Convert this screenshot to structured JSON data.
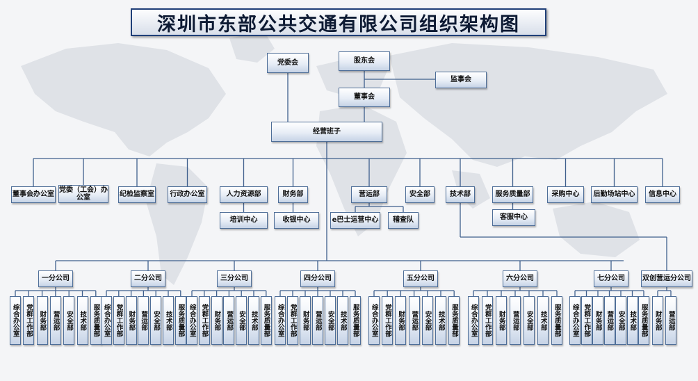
{
  "title": "深圳市东部公共交通有限公司组织架构图",
  "top": {
    "party_committee": "党委会",
    "shareholders": "股东会",
    "supervisors": "监事会",
    "board": "董事会",
    "management": "经营班子"
  },
  "departments": [
    {
      "label": "董事会办公室"
    },
    {
      "label": "党委（工会）办公室"
    },
    {
      "label": "纪检监察室"
    },
    {
      "label": "行政办公室"
    },
    {
      "label": "人力资源部",
      "sub": [
        "培训中心"
      ]
    },
    {
      "label": "财务部",
      "sub": [
        "收银中心"
      ]
    },
    {
      "label": "营运部",
      "sub": [
        "e巴士运营中心",
        "稽查队"
      ]
    },
    {
      "label": "安全部"
    },
    {
      "label": "技术部"
    },
    {
      "label": "服务质量部",
      "sub": [
        "客服中心"
      ]
    },
    {
      "label": "采购中心"
    },
    {
      "label": "后勤场站中心"
    },
    {
      "label": "信息中心"
    }
  ],
  "branches": [
    {
      "label": "一分公司",
      "units": [
        "综合办公室",
        "党群工作部",
        "财务部",
        "营运部",
        "安全部",
        "技术部",
        "服务质量部"
      ]
    },
    {
      "label": "二分公司",
      "units": [
        "综合办公室",
        "党群工作部",
        "财务部",
        "营运部",
        "安全部",
        "技术部",
        "服务质量部"
      ]
    },
    {
      "label": "三分公司",
      "units": [
        "综合办公室",
        "党群工作部",
        "财务部",
        "营运部",
        "安全部",
        "技术部",
        "服务质量部"
      ]
    },
    {
      "label": "四分公司",
      "units": [
        "综合办公室",
        "党群工作部",
        "财务部",
        "营运部",
        "安全部",
        "技术部",
        "服务质量部"
      ]
    },
    {
      "label": "五分公司",
      "units": [
        "综合办公室",
        "党群工作部",
        "财务部",
        "营运部",
        "安全部",
        "技术部",
        "服务质量部"
      ]
    },
    {
      "label": "六分公司",
      "units": [
        "综合办公室",
        "党群工作部",
        "财务部",
        "营运部",
        "安全部",
        "技术部",
        "服务质量部"
      ]
    },
    {
      "label": "七分公司",
      "units": [
        "综合办公室",
        "党群工作部",
        "财务部",
        "营运部",
        "安全部",
        "技术部",
        "服务质量部"
      ]
    },
    {
      "label": "双创营运分公司",
      "units": [
        "财务部",
        "营运部"
      ]
    }
  ],
  "colors": {
    "line": "#3f5f8c",
    "border": "#4e6e98",
    "title_border": "#1f3f78"
  }
}
